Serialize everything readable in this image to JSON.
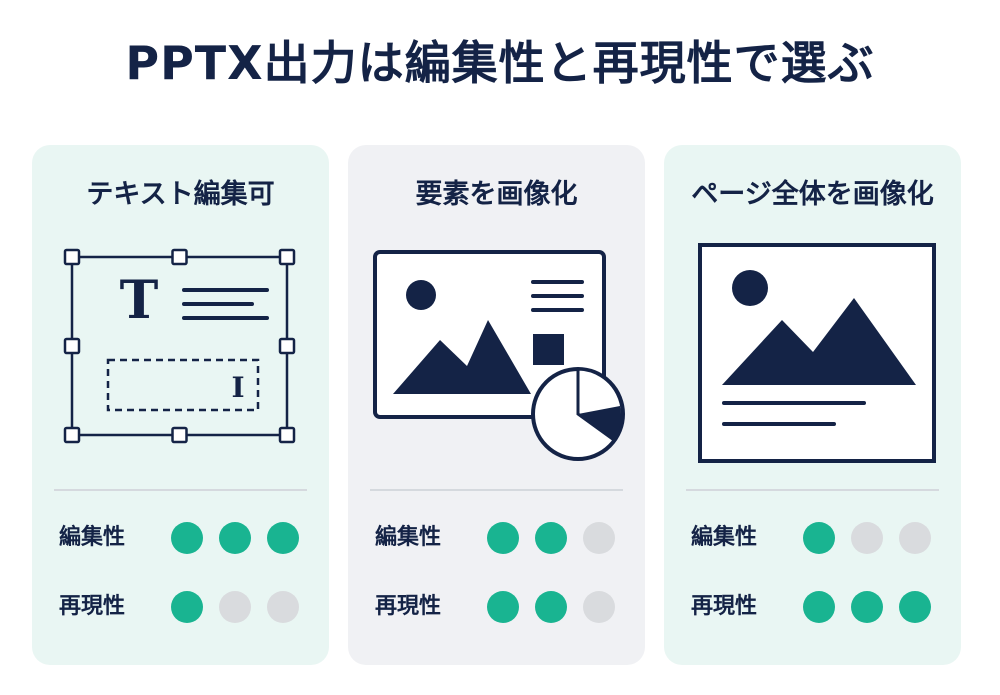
{
  "title": "PPTX出力は編集性と再現性で選ぶ",
  "colors": {
    "navy": "#142346",
    "accent": "#19b491",
    "inactive": "#d9dbde",
    "card_mint": "#e9f6f3",
    "card_gray": "#f0f1f4"
  },
  "cards": [
    {
      "title": "テキスト編集可",
      "icon": "editable-text-box-icon",
      "icon_glyph": "T",
      "cursor_glyph": "I",
      "ratings": [
        {
          "label": "編集性",
          "value": 3,
          "max": 3
        },
        {
          "label": "再現性",
          "value": 1,
          "max": 3
        }
      ]
    },
    {
      "title": "要素を画像化",
      "icon": "image-elements-icon",
      "ratings": [
        {
          "label": "編集性",
          "value": 2,
          "max": 3
        },
        {
          "label": "再現性",
          "value": 2,
          "max": 3
        }
      ]
    },
    {
      "title": "ページ全体を画像化",
      "icon": "full-page-image-icon",
      "ratings": [
        {
          "label": "編集性",
          "value": 1,
          "max": 3
        },
        {
          "label": "再現性",
          "value": 3,
          "max": 3
        }
      ]
    }
  ]
}
